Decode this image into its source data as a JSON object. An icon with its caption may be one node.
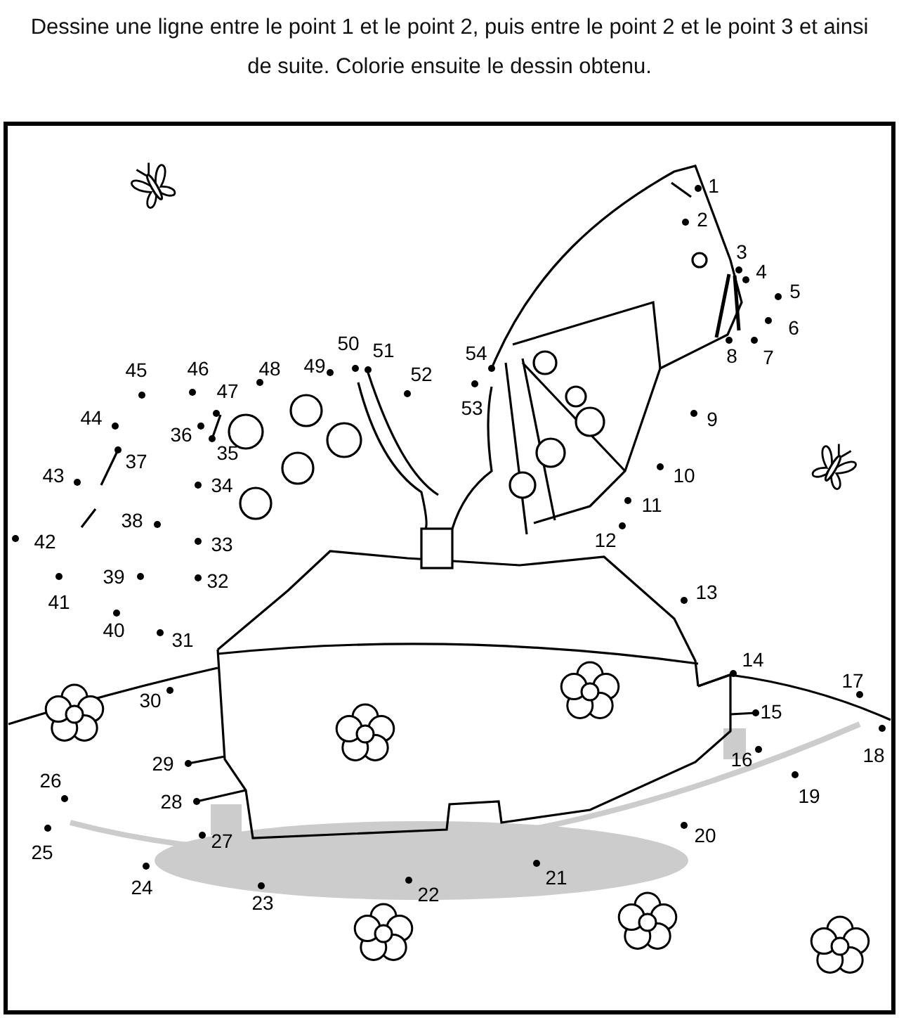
{
  "diagram": {
    "title": "Dessine une ligne entre le point 1 et le point 2,  puis entre le point 2 et le point 3 et ainsi de suite.  Colorie ensuite le dessin obtenu.",
    "labels": [
      "1",
      "2",
      "3",
      "4",
      "5",
      "6",
      "7",
      "8",
      "9",
      "10",
      "11",
      "12",
      "13",
      "14",
      "15",
      "16",
      "17",
      "18",
      "19",
      "20",
      "21",
      "22",
      "23",
      "24",
      "25",
      "26",
      "27",
      "28",
      "29",
      "30",
      "31",
      "32",
      "33",
      "34",
      "35",
      "36",
      "37",
      "38",
      "39",
      "40",
      "41",
      "42",
      "43",
      "44",
      "45",
      "46",
      "47",
      "48",
      "49",
      "50",
      "51",
      "52",
      "53",
      "54"
    ]
  }
}
